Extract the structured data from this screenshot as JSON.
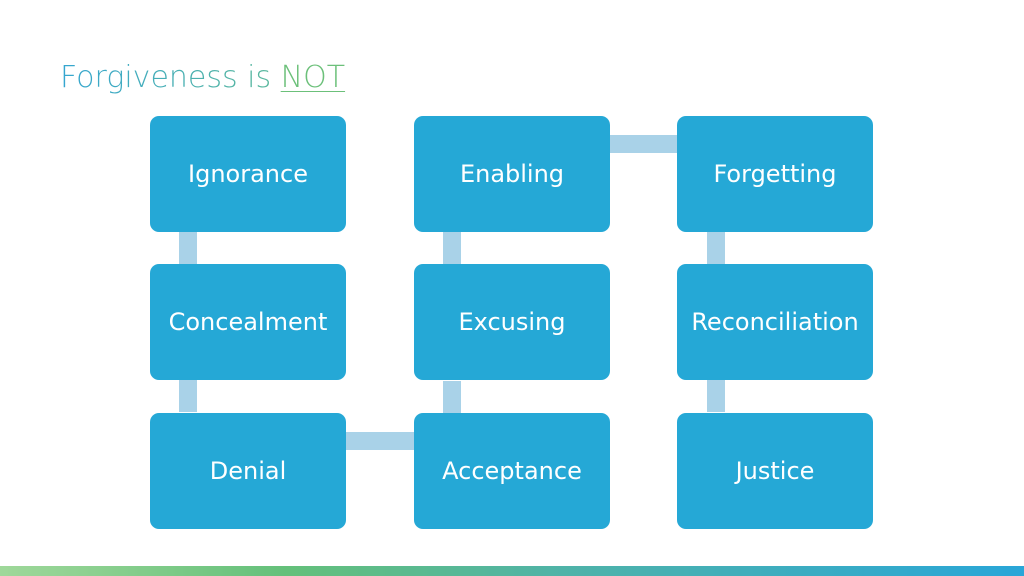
{
  "title": {
    "prefix": "Forgiveness is ",
    "emphasis": "NOT"
  },
  "columns": [
    [
      "Ignorance",
      "Concealment",
      "Denial"
    ],
    [
      "Enabling",
      "Excusing",
      "Acceptance"
    ],
    [
      "Forgetting",
      "Reconciliation",
      "Justice"
    ]
  ],
  "colors": {
    "box": "#25a8d6",
    "connector": "#a9d2e8",
    "title_blue": "#3aa6c9",
    "title_green": "#6cc07a"
  }
}
